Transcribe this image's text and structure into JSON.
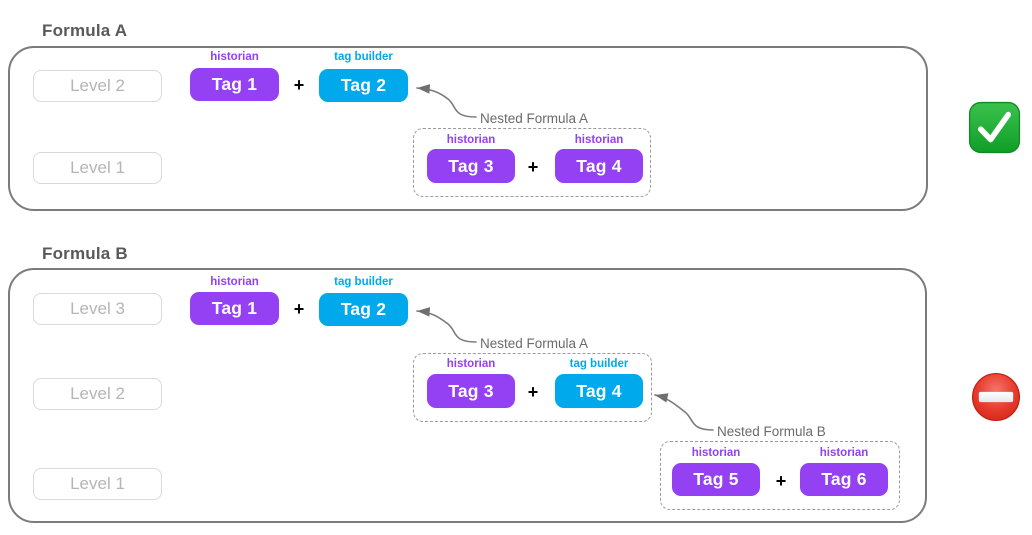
{
  "colors": {
    "historian_purple": "#9440F3",
    "tag_builder_blue": "#00A9EC",
    "frame_gray": "#7b7b7b"
  },
  "icons": {
    "formula_a_status": "check-mark-icon",
    "formula_b_status": "no-entry-icon"
  },
  "formula_a": {
    "title": "Formula A",
    "levels": [
      "Level 2",
      "Level 1"
    ],
    "operator": "+",
    "tags": [
      {
        "type": "historian",
        "label": "Tag 1"
      },
      {
        "type": "tag builder",
        "label": "Tag 2"
      }
    ],
    "nested": {
      "callout": "Nested Formula A",
      "operator": "+",
      "tags": [
        {
          "type": "historian",
          "label": "Tag 3"
        },
        {
          "type": "historian",
          "label": "Tag 4"
        }
      ]
    }
  },
  "formula_b": {
    "title": "Formula B",
    "levels": [
      "Level 3",
      "Level 2",
      "Level 1"
    ],
    "operator": "+",
    "tags": [
      {
        "type": "historian",
        "label": "Tag 1"
      },
      {
        "type": "tag builder",
        "label": "Tag 2"
      }
    ],
    "nested_a": {
      "callout": "Nested Formula A",
      "operator": "+",
      "tags": [
        {
          "type": "historian",
          "label": "Tag 3"
        },
        {
          "type": "tag builder",
          "label": "Tag 4"
        }
      ]
    },
    "nested_b": {
      "callout": "Nested Formula B",
      "operator": "+",
      "tags": [
        {
          "type": "historian",
          "label": "Tag 5"
        },
        {
          "type": "historian",
          "label": "Tag 6"
        }
      ]
    }
  }
}
